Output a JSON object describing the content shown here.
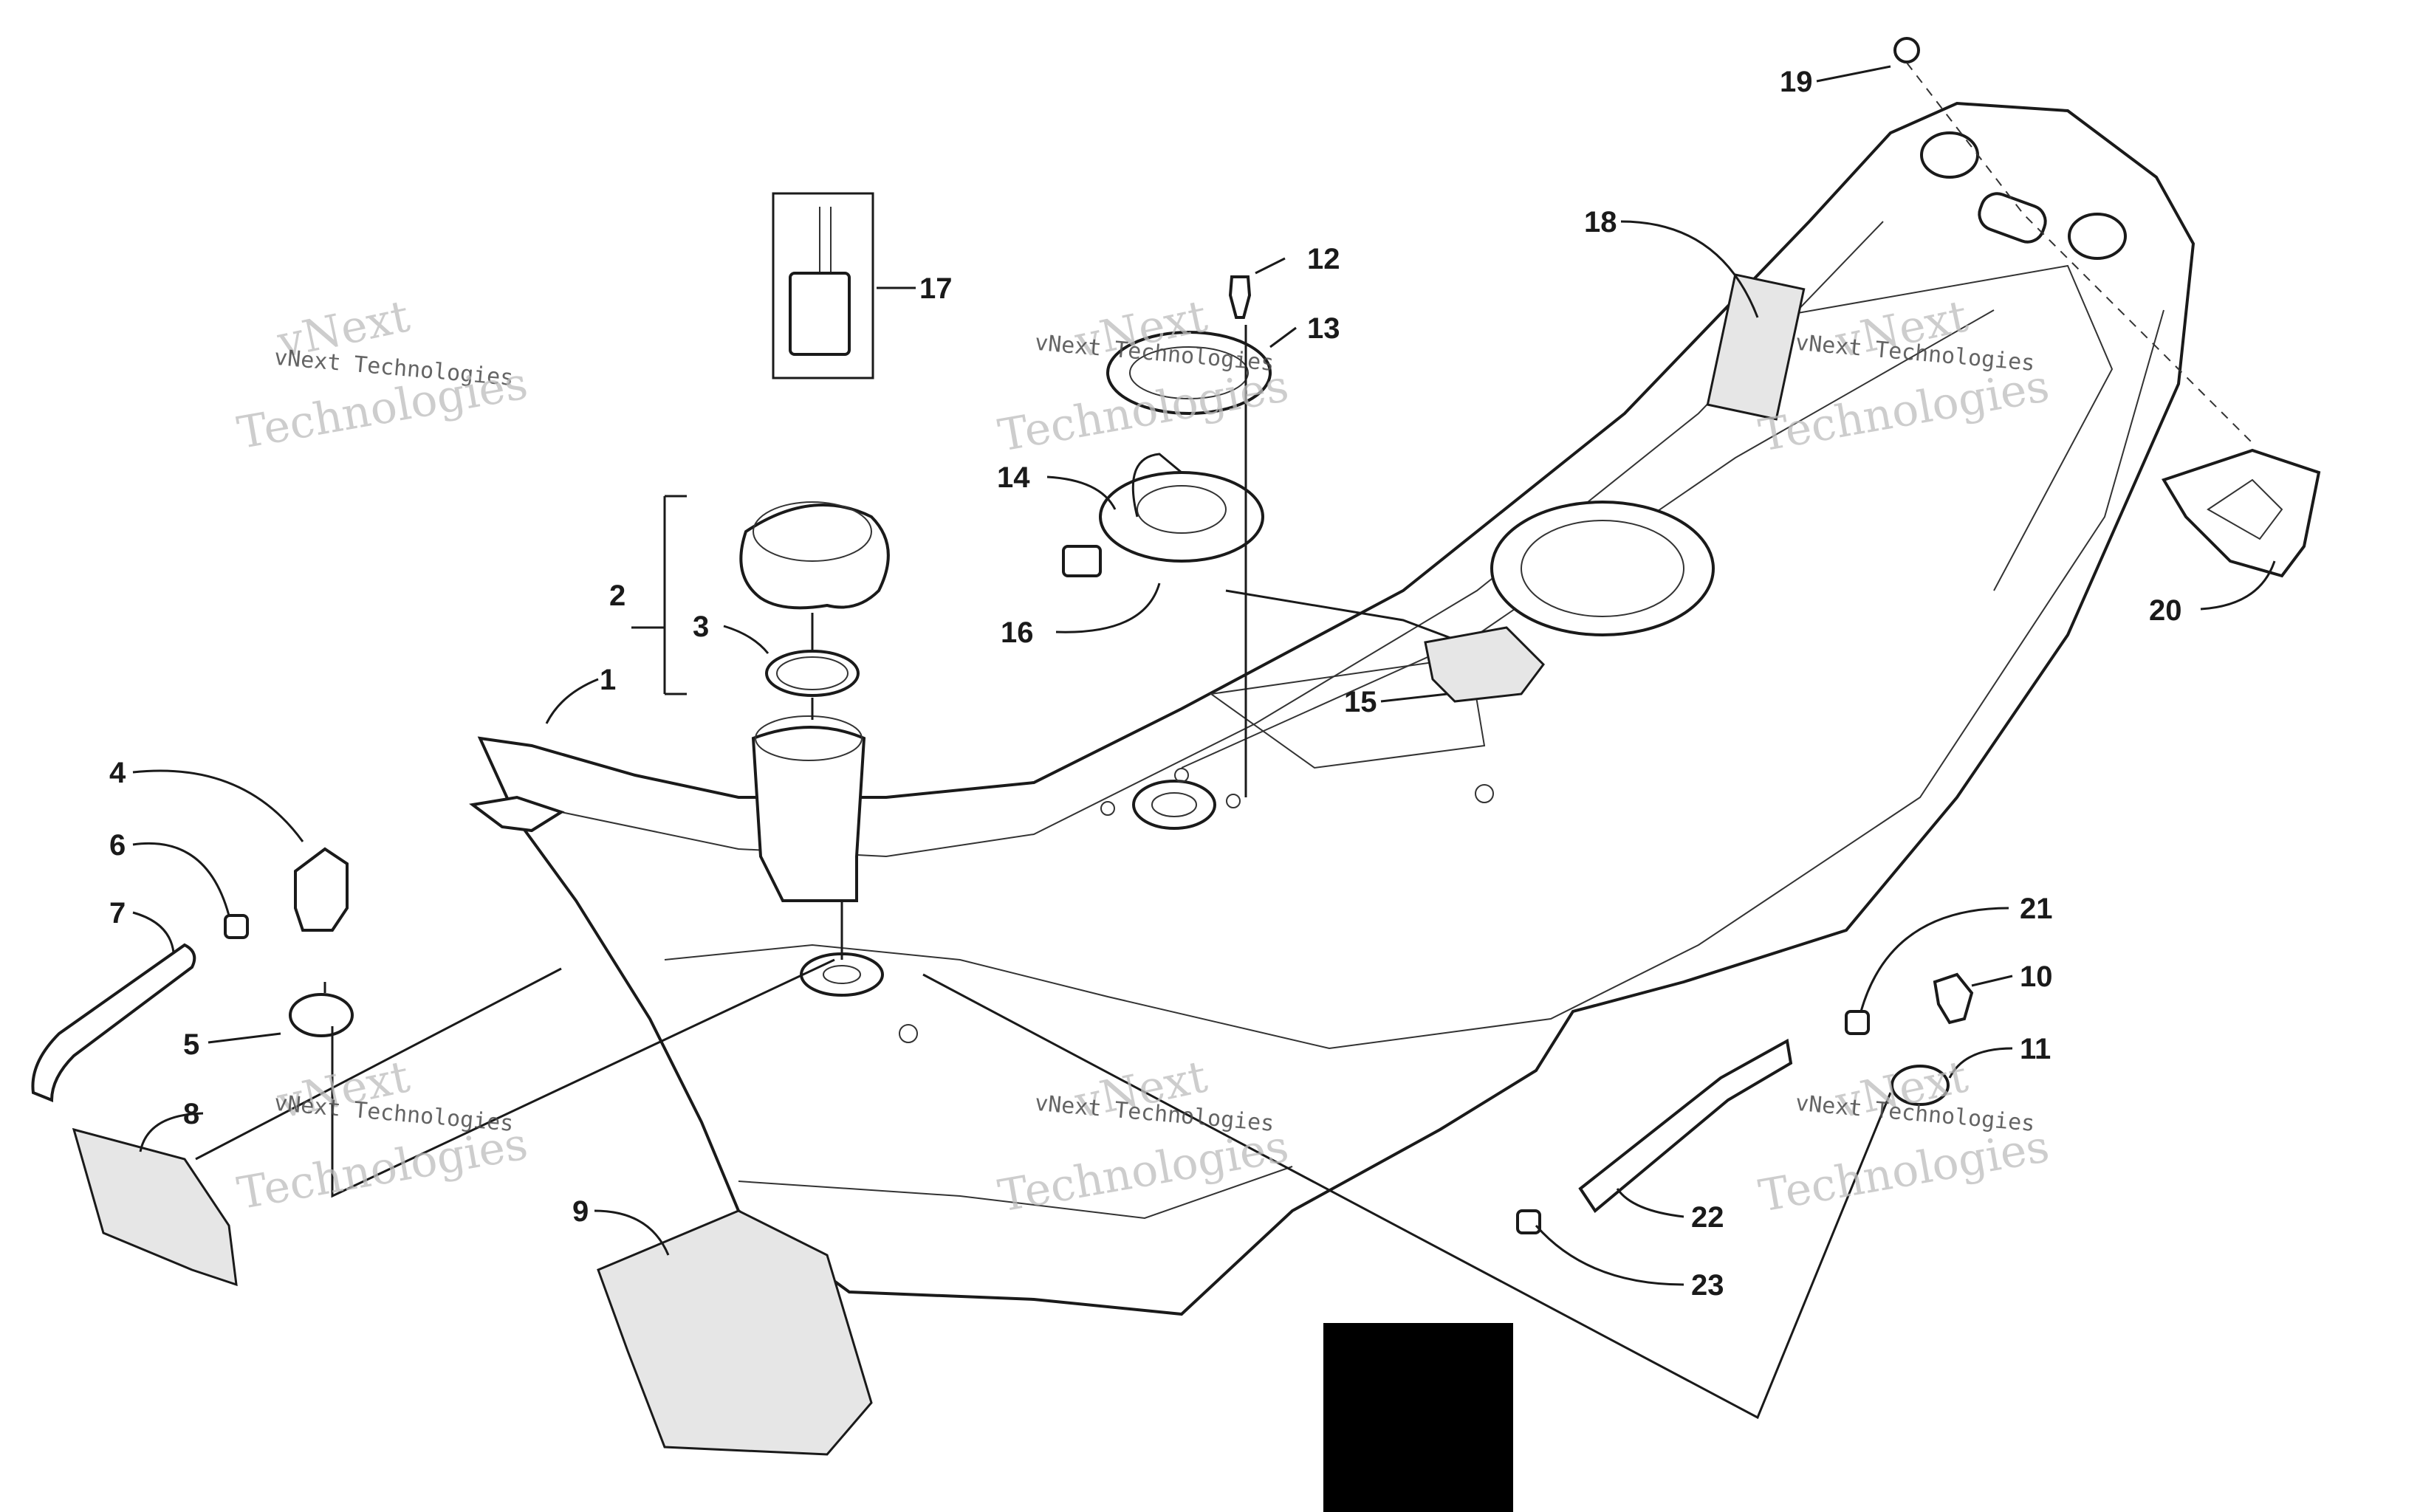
{
  "diagram": {
    "callouts": [
      "1",
      "2",
      "3",
      "4",
      "5",
      "6",
      "7",
      "8",
      "9",
      "10",
      "11",
      "12",
      "13",
      "14",
      "15",
      "16",
      "17",
      "18",
      "19",
      "20",
      "21",
      "22",
      "23"
    ]
  },
  "watermark": {
    "line1": "vNext Technologies",
    "line2": "vNext",
    "line3": "Technologies"
  },
  "redaction": {
    "color": "#000000"
  }
}
